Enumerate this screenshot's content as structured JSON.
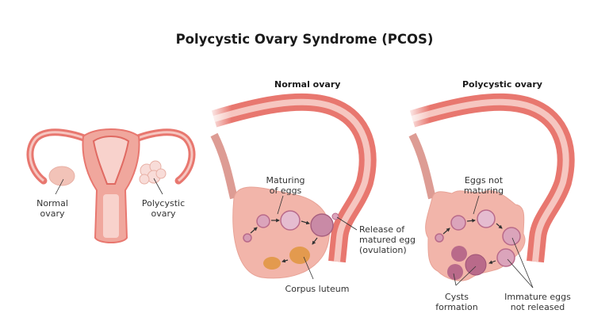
{
  "title": "Polycystic Ovary Syndrome (PCOS)",
  "overview": {
    "labels": {
      "normal_ovary_1": "Normal",
      "normal_ovary_2": "ovary",
      "polycystic_ovary_1": "Polycystic",
      "polycystic_ovary_2": "ovary"
    }
  },
  "normal_panel": {
    "heading": "Normal ovary",
    "labels": {
      "maturing_1": "Maturing",
      "maturing_2": "of eggs",
      "release_1": "Release of",
      "release_2": "matured egg",
      "release_3": "(ovulation)",
      "corpus": "Corpus luteum"
    }
  },
  "polycystic_panel": {
    "heading": "Polycystic ovary",
    "labels": {
      "eggs_not_1": "Eggs not",
      "eggs_not_2": "maturing",
      "cysts_1": "Cysts",
      "cysts_2": "formation",
      "immature_1": "Immature eggs",
      "immature_2": "not released"
    }
  },
  "colors": {
    "tube_outer": "#e8776f",
    "tube_inner": "#f6c6c0",
    "ovary": "#f2b5aa",
    "follicle": "#b96a8a",
    "follicle_light": "#dba4bb",
    "corpus_luteum": "#e39a4e",
    "text": "#333333"
  }
}
